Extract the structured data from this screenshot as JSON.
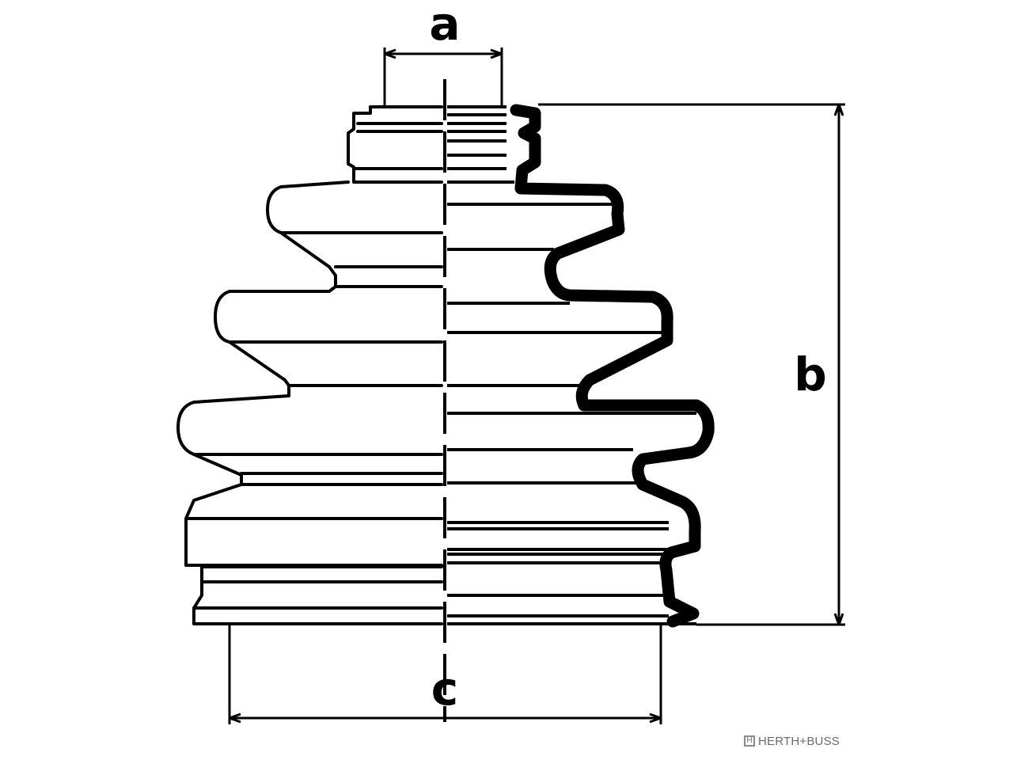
{
  "diagram": {
    "part": "cv-joint-boot",
    "labels": {
      "a": "a",
      "b": "b",
      "c": "c"
    }
  },
  "brand": {
    "logo_text": "HERTH+BUSS",
    "icon": "herth-buss-logo-icon"
  },
  "colors": {
    "line": "#000000",
    "background": "#ffffff",
    "brand": "#6b6b6b"
  }
}
